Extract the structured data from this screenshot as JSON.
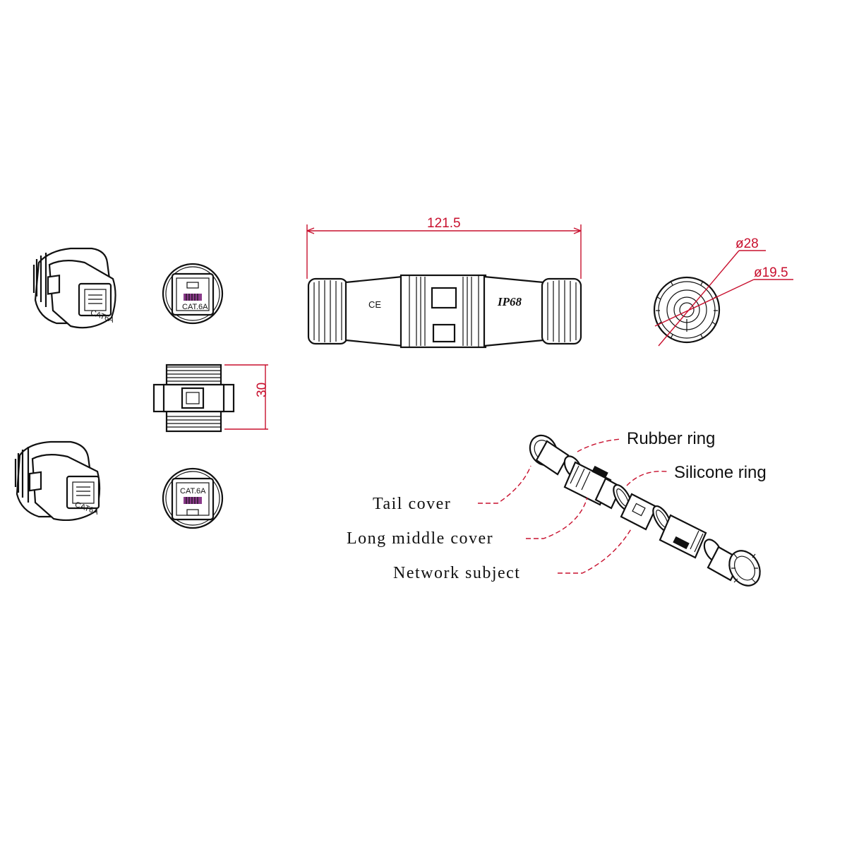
{
  "dimensions": {
    "length": "121.5",
    "height": "30",
    "outer_diameter": "ø28",
    "inner_diameter": "ø19.5"
  },
  "markings": {
    "ce": "CE",
    "ip_rating": "IP68",
    "cat_top": "CAT.6A",
    "cat_bottom": "CAT.6A",
    "cat_iso_top": "CAT6A",
    "cat_iso_bottom": "CAT6A"
  },
  "callouts": {
    "rubber_ring": "Rubber ring",
    "silicone_ring": "Silicone ring",
    "tail_cover": "Tail cover",
    "long_middle_cover": "Long middle cover",
    "network_subject": "Network subject"
  },
  "colors": {
    "dimension_line": "#c8102e",
    "outline": "#111111",
    "contact_pins": "#8a3a8a"
  }
}
